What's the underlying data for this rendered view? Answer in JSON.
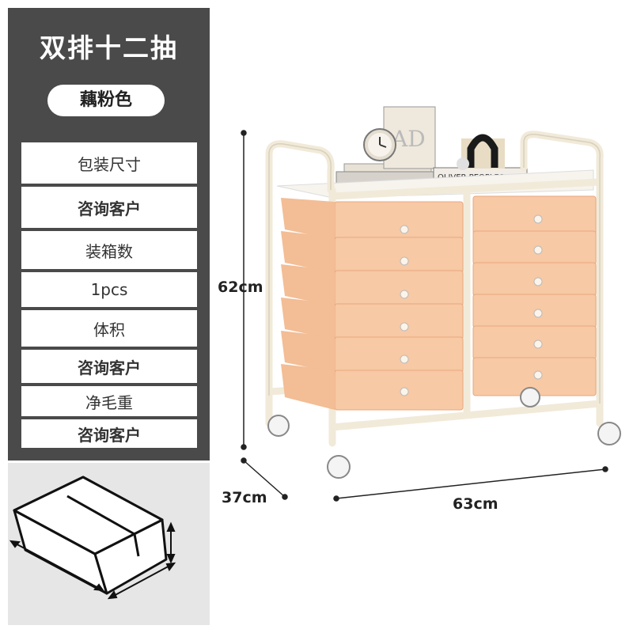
{
  "product": {
    "title": "双排十二抽",
    "color_label": "藕粉色"
  },
  "specs": [
    {
      "label": "包装尺寸",
      "strong": false
    },
    {
      "label": "咨询客户",
      "strong": true
    },
    {
      "label": "装箱数",
      "strong": false
    },
    {
      "label": "1pcs",
      "strong": false
    },
    {
      "label": "体积",
      "strong": false
    },
    {
      "label": "咨询客户",
      "strong": true
    },
    {
      "label": "净毛重",
      "strong": false
    },
    {
      "label": "咨询客户",
      "strong": true
    }
  ],
  "dimensions": {
    "height": "62cm",
    "depth": "37cm",
    "width": "63cm"
  },
  "colors": {
    "panel": "#4a4a4a",
    "frame": "#f3ecdf",
    "drawer": "#f7c9a5",
    "drawer_edge": "#e9a77e"
  },
  "props": {
    "book_text": "OLIVER PEOPLES",
    "icons": [
      "clock-icon",
      "box-package-icon",
      "caster-wheel-icon"
    ]
  }
}
